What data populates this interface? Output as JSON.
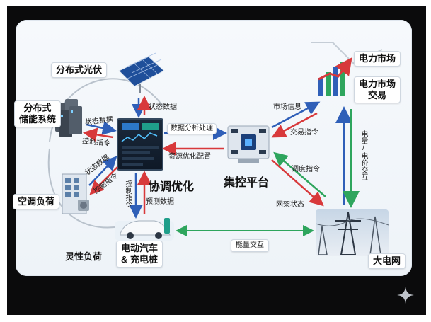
{
  "nodes": {
    "distributed_pv": "分布式光伏",
    "distributed_storage": "分布式\n储能系统",
    "ac_load": "空调负荷",
    "flexible_load": "灵性负荷",
    "ev_charging": "电动汽车\n& 充电桩",
    "power_market": "电力市场",
    "power_market_trading": "电力市场\n交易",
    "grid": "大电网",
    "central_platform": "集控平台",
    "coordination": "协调优化"
  },
  "links": {
    "status_data": "状态数据",
    "storage_status": "状态数据",
    "storage_control": "控制指令",
    "ac_status": "状态数据",
    "ac_control": "控制指令",
    "data_processing": "数据分析处理",
    "resource_optimization": "资源优化配置",
    "market_info": "市场信息",
    "trade_instruction": "交易指令",
    "dispatch_instruction": "调度指令",
    "grid_status": "网架状态",
    "control_instruction": "控制指令",
    "forecast_data": "预测数据",
    "energy_exchange": "能量交互",
    "power_price_exchange": "电量/电价交互"
  },
  "colors": {
    "red_arrow": "#d8393b",
    "blue_arrow": "#2f5fb8",
    "green_arrow": "#2ea55d"
  },
  "icons": [
    "solar-panel-icon",
    "battery-cabinet-icon",
    "building-ac-icon",
    "dashboard-screen-icon",
    "server-chip-icon",
    "market-chart-icon",
    "transmission-tower-icon",
    "ev-car-icon",
    "sparkle-icon"
  ]
}
